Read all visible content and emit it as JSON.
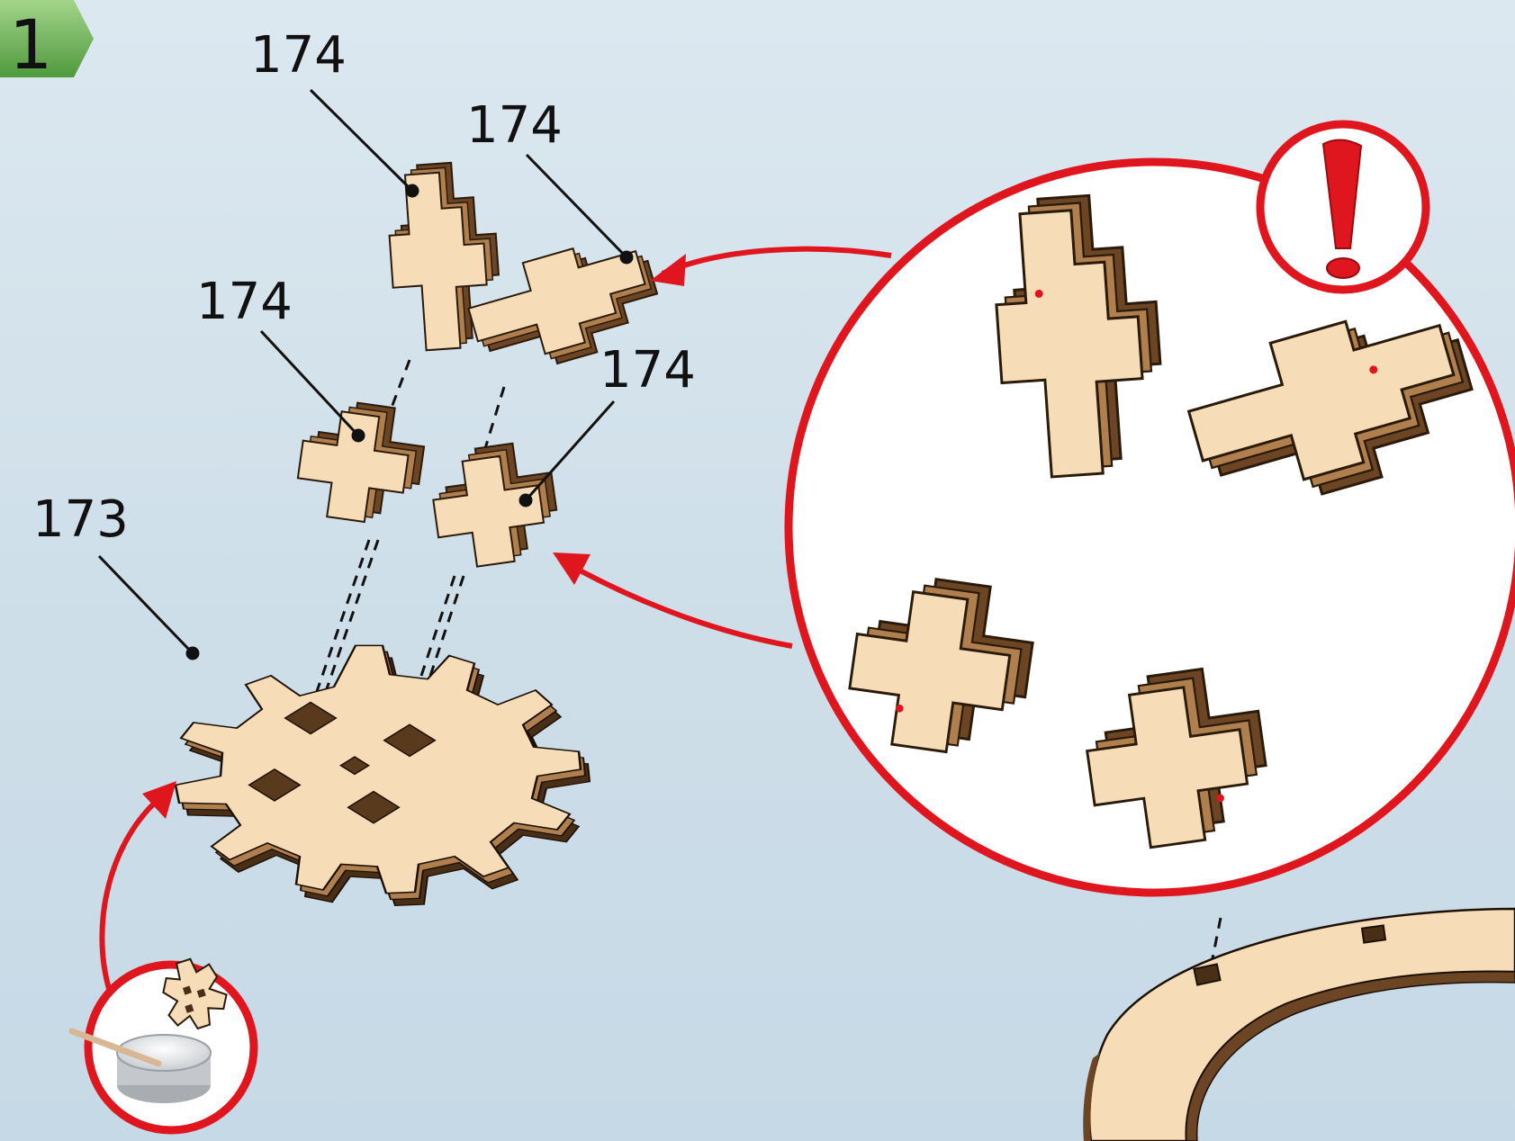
{
  "step": {
    "number": "1"
  },
  "labels": {
    "part_a": "174",
    "part_b": "174",
    "part_c": "174",
    "part_d": "174",
    "part_gear": "173"
  },
  "colors": {
    "background": "#d5e4ee",
    "wood_face": "#f6dcb7",
    "wood_edge": "#7a5330",
    "wood_dark": "#4a2f17",
    "highlight_red": "#e0161f",
    "step_badge_green": "#6fb05a"
  },
  "icons": {
    "warning": "exclamation-icon",
    "glue": "glue-pot-icon"
  }
}
